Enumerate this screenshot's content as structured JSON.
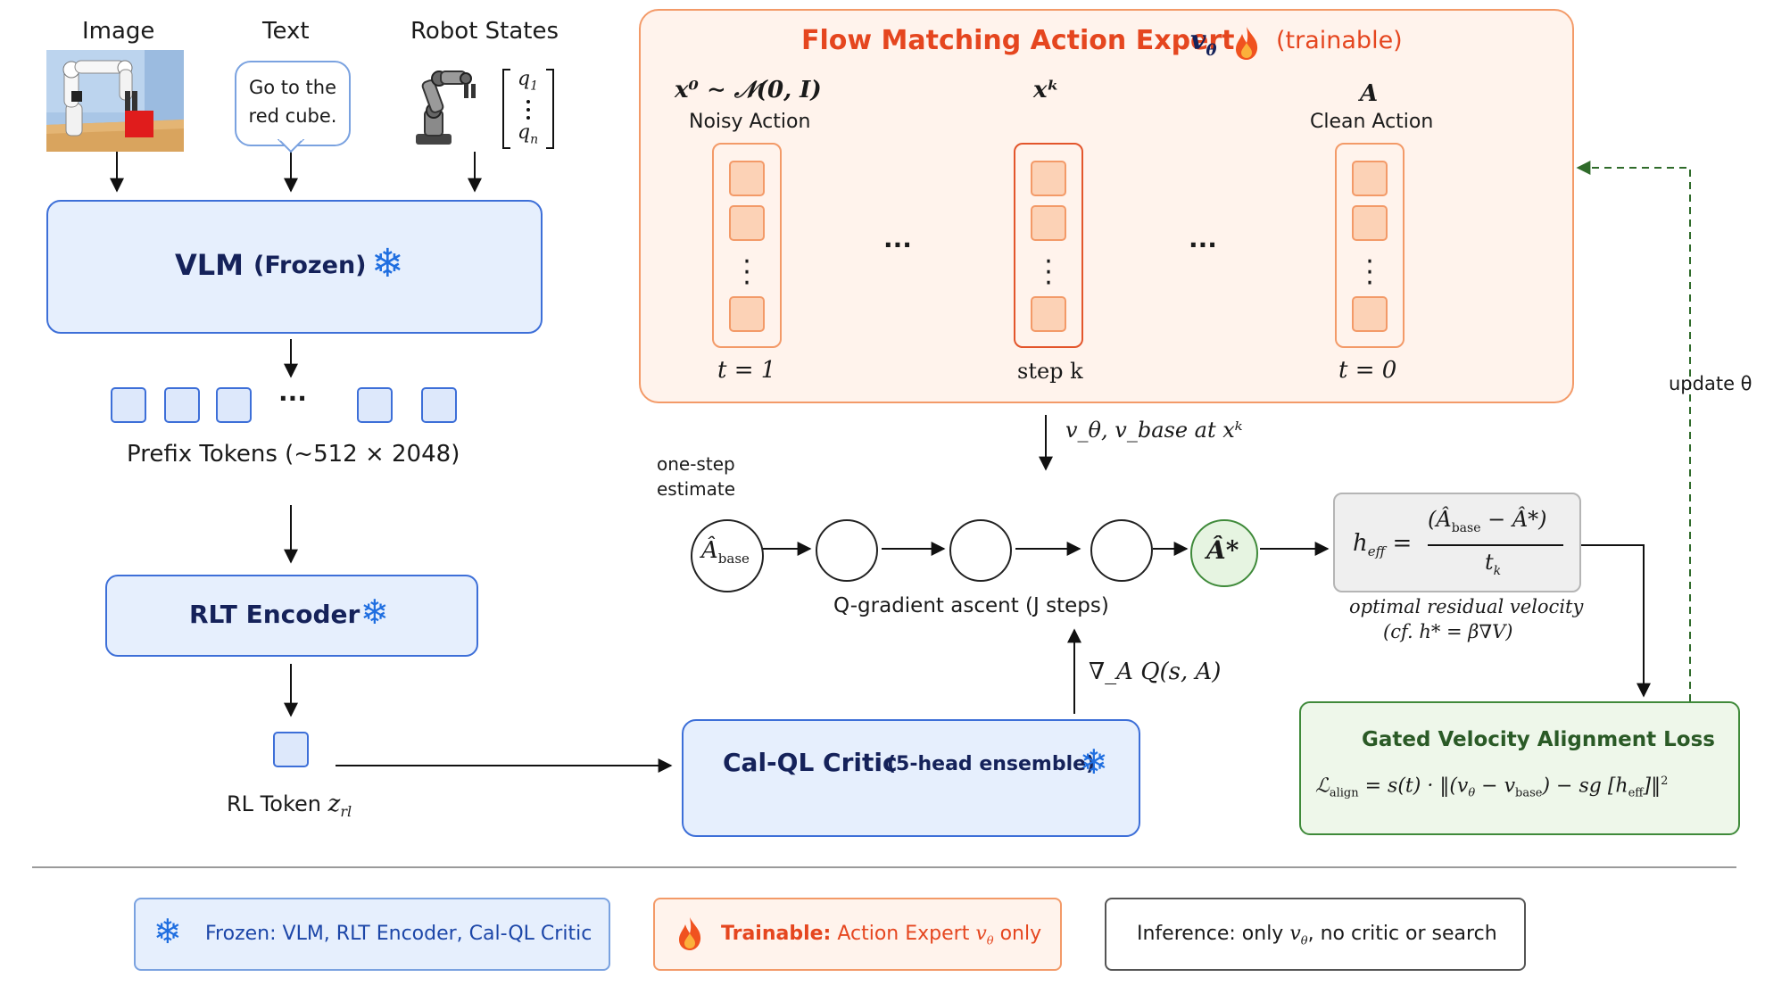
{
  "inputs": {
    "image_label": "Image",
    "text_label": "Text",
    "robot_label": "Robot States",
    "instruction_line1": "Go to the",
    "instruction_line2": "red cube.",
    "q_top": "q",
    "q_top_sub": "1",
    "q_bottom": "q",
    "q_bottom_sub": "n"
  },
  "vlm": {
    "name": "VLM",
    "status": "(Frozen)"
  },
  "prefix": {
    "label": "Prefix Tokens (~512 × 2048)",
    "dots": "···"
  },
  "rlt": {
    "name": "RLT Encoder"
  },
  "rl_token": {
    "label": "RL Token",
    "symbol": "z",
    "symbol_sub": "rl"
  },
  "critic": {
    "name": "Cal-QL Critic",
    "detail": "(5-head ensemble)"
  },
  "flow": {
    "title": "Flow Matching Action Expert",
    "theta": "v",
    "theta_sub": "θ",
    "trainable": "(trainable)",
    "x0_expr": "x⁰ ∼ 𝒩(0, I)",
    "noisy_label": "Noisy Action",
    "xk_expr": "xᵏ",
    "A_expr": "A",
    "clean_label": "Clean Action",
    "t1": "t = 1",
    "stepk": "step k",
    "t0": "t = 0",
    "dots": "···"
  },
  "velocity_label": "v_θ, v_base at xᵏ",
  "one_step": {
    "line1": "one-step",
    "line2": "estimate"
  },
  "ascent": {
    "start": "Â",
    "start_sub": "base",
    "end": "Â*",
    "label": "Q-gradient ascent (J steps)"
  },
  "grad_label": "∇_A Q(s, A)",
  "heff": {
    "lhs": "h",
    "lhs_sub": "eff",
    "num": "(Â",
    "num_sub": "base",
    "num_tail": " − Â*)",
    "den": "t",
    "den_sub": "k",
    "caption1": "optimal residual velocity",
    "caption2": "(cf. h* = β∇V)"
  },
  "update_label": "update θ",
  "loss": {
    "title": "Gated Velocity Alignment Loss",
    "formula_a": "ℒ",
    "formula_a_sub": "align",
    "formula_b": " = s(t) · ‖(v",
    "formula_b_sub": "θ",
    "formula_c": " − v",
    "formula_c_sub": "base",
    "formula_d": ") − sg [h",
    "formula_d_sub": "eff",
    "formula_e": "]‖",
    "formula_e_sup": "2"
  },
  "legend": {
    "frozen_key": "Frozen:",
    "frozen_val": "VLM, RLT Encoder, Cal-QL Critic",
    "trainable_key": "Trainable:",
    "trainable_val": "Action Expert",
    "trainable_sym": "v",
    "trainable_sym_sub": "θ",
    "trainable_tail": "only",
    "inference_a": "Inference: only",
    "inference_sym": "v",
    "inference_sym_sub": "θ",
    "inference_b": ", no critic or search"
  },
  "colors": {
    "blue_border": "#3d6fd8",
    "blue_fill": "#e6effd",
    "orange_border": "#f39a68",
    "orange_title": "#e5461f",
    "green_border": "#3f8a3a",
    "green_fill": "#eef7ea",
    "dark_navy": "#15225a"
  }
}
